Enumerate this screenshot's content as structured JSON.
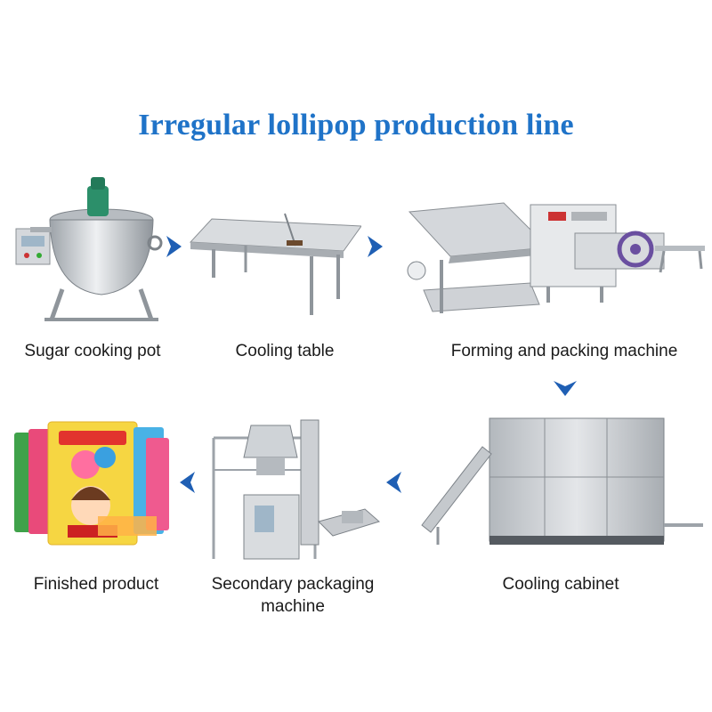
{
  "title": "Irregular lollipop production line",
  "steps": [
    {
      "label": "Sugar cooking pot"
    },
    {
      "label": "Cooling table"
    },
    {
      "label": "Forming and packing machine"
    },
    {
      "label": "Cooling cabinet"
    },
    {
      "label": "Secondary packaging",
      "label2": "machine"
    },
    {
      "label": "Finished product"
    }
  ],
  "colors": {
    "title": "#1f73c8",
    "arrow": "#1f5fb4",
    "steel": "#c9ccd0",
    "motor": "#2c8f6a"
  },
  "icons": [
    "chevron-right-icon",
    "chevron-down-icon",
    "chevron-left-icon"
  ]
}
